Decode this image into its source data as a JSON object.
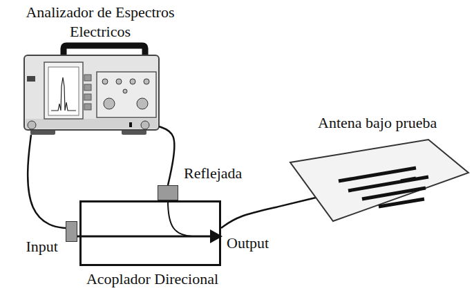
{
  "diagram": {
    "nodes": [
      {
        "text": [
          "Analizador de Espectros Electricos"
        ]
      },
      {
        "text": [
          "Acoplador Direcional"
        ]
      },
      {
        "text": [
          "Input"
        ],
        "in": 1
      },
      {
        "text": [
          "Reflejada"
        ],
        "in": 1
      },
      {
        "text": [
          "Antena bajo prueba"
        ]
      }
    ],
    "edges": [
      {
        "from": 0,
        "to": 2,
        "arrow": "none"
      },
      {
        "from": 0,
        "to": 3,
        "arrow": "none"
      },
      {
        "from": 1,
        "to": 4,
        "arrow": "none"
      }
    ],
    "labels": [
      "Output"
    ]
  }
}
